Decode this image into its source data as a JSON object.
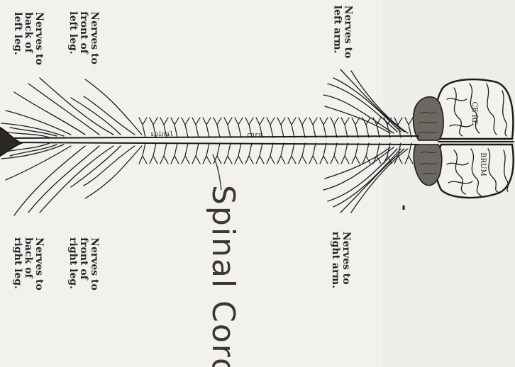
{
  "labels": {
    "left_arm": [
      "Nerves to",
      "left arm."
    ],
    "right_arm": [
      "Nerves to",
      "right arm."
    ],
    "front_left_leg": [
      "Nerves to",
      "front of",
      "left leg."
    ],
    "back_left_leg": [
      "Nerves to",
      "back of",
      "left leg."
    ],
    "front_right_leg": [
      "Nerves to",
      "front of",
      "right leg."
    ],
    "back_right_leg": [
      "Nerves to",
      "back of",
      "right leg."
    ]
  },
  "brain_label": [
    "CE RE",
    "BRUM"
  ],
  "cord_inline_label": [
    "spinal",
    "cord"
  ],
  "handwritten_label": "Spinal Cord"
}
